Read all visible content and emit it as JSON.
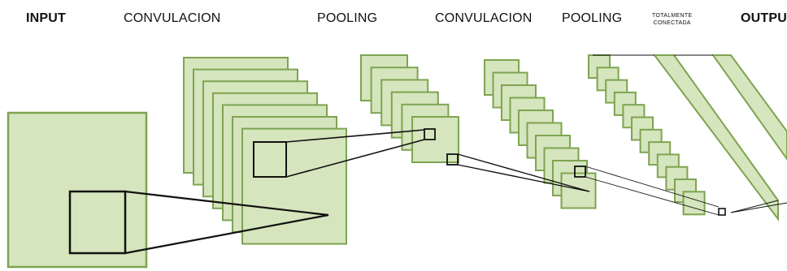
{
  "labels": {
    "input": "INPUT",
    "conv1": "CONVULACION",
    "pool1": "POOLING",
    "conv2": "CONVULACION",
    "pool2": "POOLING",
    "fc_line1": "TOTALMENTE",
    "fc_line2": "CONECTADA",
    "output": "OUTPUT"
  },
  "colors": {
    "fill": "#d5e5bd",
    "edge": "#7ea451",
    "line": "#111111"
  }
}
